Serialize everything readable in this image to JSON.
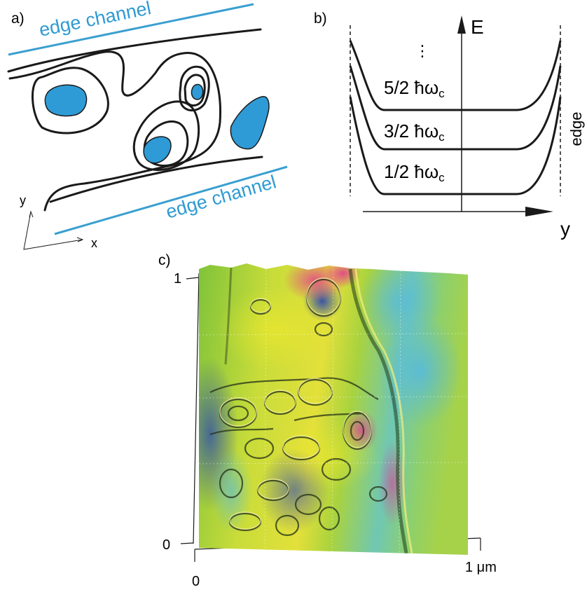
{
  "colors": {
    "line": "#1a1a1a",
    "edge_channel": "#3a9fd0",
    "puddle_fill": "#2e9bd6",
    "edge_text": "#2f9bd2",
    "surface_green": "#8cc63e",
    "surface_yellow": "#e2e23a",
    "surface_magenta": "#e0349a",
    "surface_cyan": "#5bc2d6",
    "surface_blue": "#2a4fb8"
  },
  "panel_a": {
    "label": "a)",
    "edge_channel_top": "edge channel",
    "edge_channel_bottom": "edge channel",
    "axis_y": "y",
    "axis_x": "x"
  },
  "panel_b": {
    "label": "b)",
    "energy_axis": "E",
    "position_axis": "y",
    "edge_label": "edge",
    "dots": "⋮",
    "levels": [
      "5/2 ħω",
      "3/2 ħω",
      "1/2 ħω"
    ],
    "level_subscript": "c"
  },
  "panel_c": {
    "label": "c)",
    "y_tick_top": "1",
    "y_tick_bottom": "0",
    "x_tick_left": "0",
    "x_tick_right": "1 μm"
  }
}
